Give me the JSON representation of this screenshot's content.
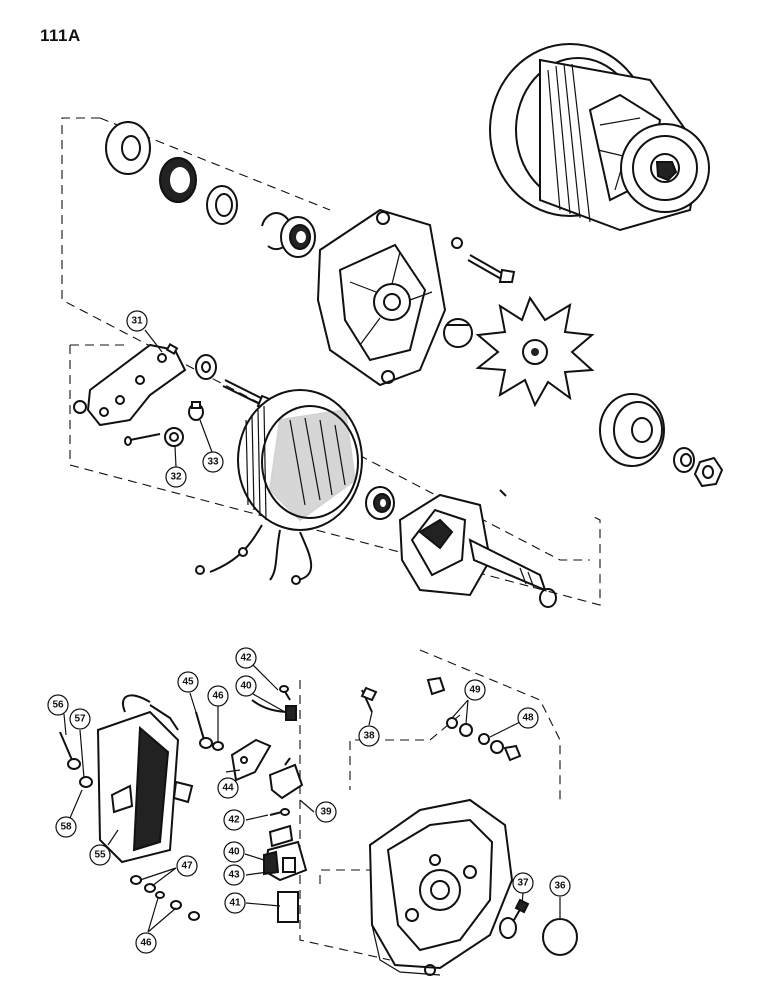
{
  "page": {
    "title": "111A"
  },
  "callouts": {
    "c31": "31",
    "c32": "32",
    "c33": "33",
    "c36": "36",
    "c37": "37",
    "c38": "38",
    "c39": "39",
    "c40a": "40",
    "c40b": "40",
    "c41": "41",
    "c42a": "42",
    "c42b": "42",
    "c43": "43",
    "c44": "44",
    "c45": "45",
    "c46a": "46",
    "c46b": "46",
    "c47": "47",
    "c48": "48",
    "c49": "49",
    "c55": "55",
    "c56": "56",
    "c57": "57",
    "c58": "58"
  },
  "colors": {
    "ink": "#111111",
    "paper": "#ffffff"
  }
}
